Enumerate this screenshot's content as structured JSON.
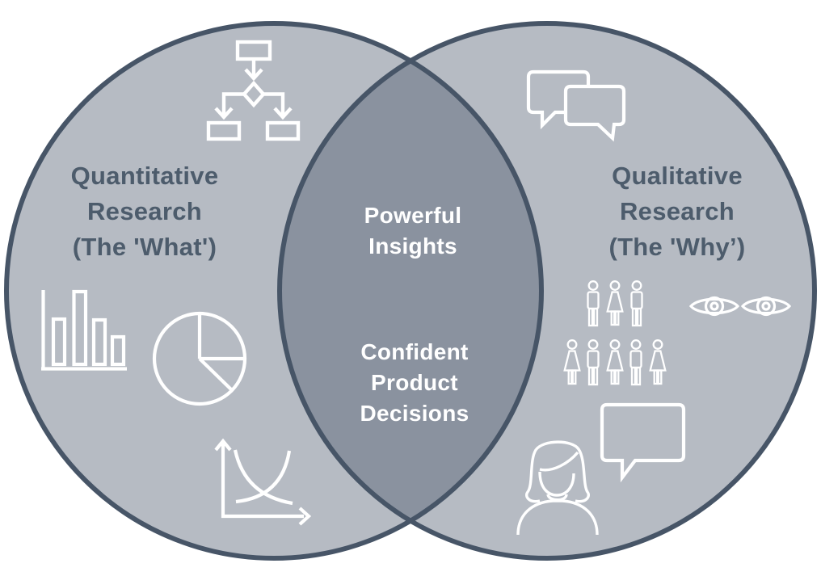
{
  "diagram": {
    "type": "venn",
    "left_circle": {
      "label_lines": [
        "Quantitative",
        "Research",
        "(The 'What')"
      ],
      "icons": [
        "flowchart-icon",
        "bar-chart-icon",
        "pie-chart-icon",
        "supply-demand-curves-icon"
      ]
    },
    "right_circle": {
      "label_lines": [
        "Qualitative",
        "Research",
        "(The 'Why’)"
      ],
      "icons": [
        "chat-bubbles-icon",
        "people-group-icon",
        "eyes-icon",
        "interviewee-icon",
        "speech-bubble-icon"
      ]
    },
    "overlap": {
      "top_label_lines": [
        "Powerful",
        "Insights"
      ],
      "bottom_label_lines": [
        "Confident",
        "Product",
        "Decisions"
      ]
    },
    "colors": {
      "background": "#ffffff",
      "circle_fill": "#b6bbc3",
      "overlap_fill": "#8a929f",
      "circle_stroke": "#475567",
      "title_text": "#4d5c6c",
      "overlap_text": "#ffffff",
      "icon_stroke": "#ffffff"
    }
  }
}
